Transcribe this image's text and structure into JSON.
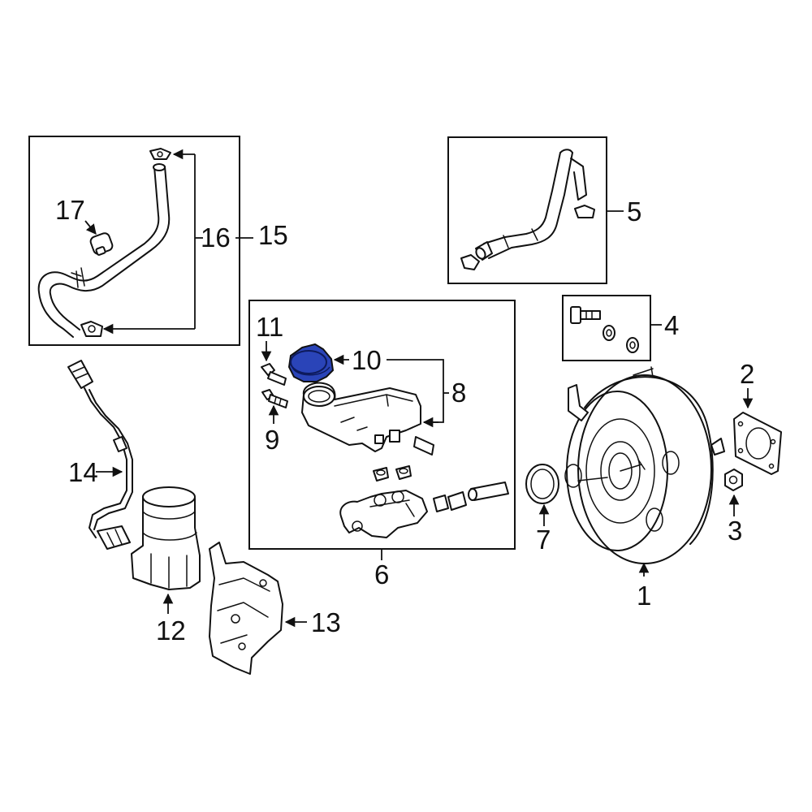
{
  "diagram": {
    "highlight_color": "#2a44b8",
    "line_color": "#111111",
    "callouts": [
      {
        "key": "c1",
        "label": "1"
      },
      {
        "key": "c2",
        "label": "2"
      },
      {
        "key": "c3",
        "label": "3"
      },
      {
        "key": "c4",
        "label": "4"
      },
      {
        "key": "c5",
        "label": "5"
      },
      {
        "key": "c6",
        "label": "6"
      },
      {
        "key": "c7",
        "label": "7"
      },
      {
        "key": "c8",
        "label": "8"
      },
      {
        "key": "c9",
        "label": "9"
      },
      {
        "key": "c10",
        "label": "10"
      },
      {
        "key": "c11",
        "label": "11"
      },
      {
        "key": "c12",
        "label": "12"
      },
      {
        "key": "c13",
        "label": "13"
      },
      {
        "key": "c14",
        "label": "14"
      },
      {
        "key": "c15",
        "label": "15"
      },
      {
        "key": "c16",
        "label": "16"
      },
      {
        "key": "c17",
        "label": "17"
      }
    ],
    "highlighted_part": "10"
  }
}
